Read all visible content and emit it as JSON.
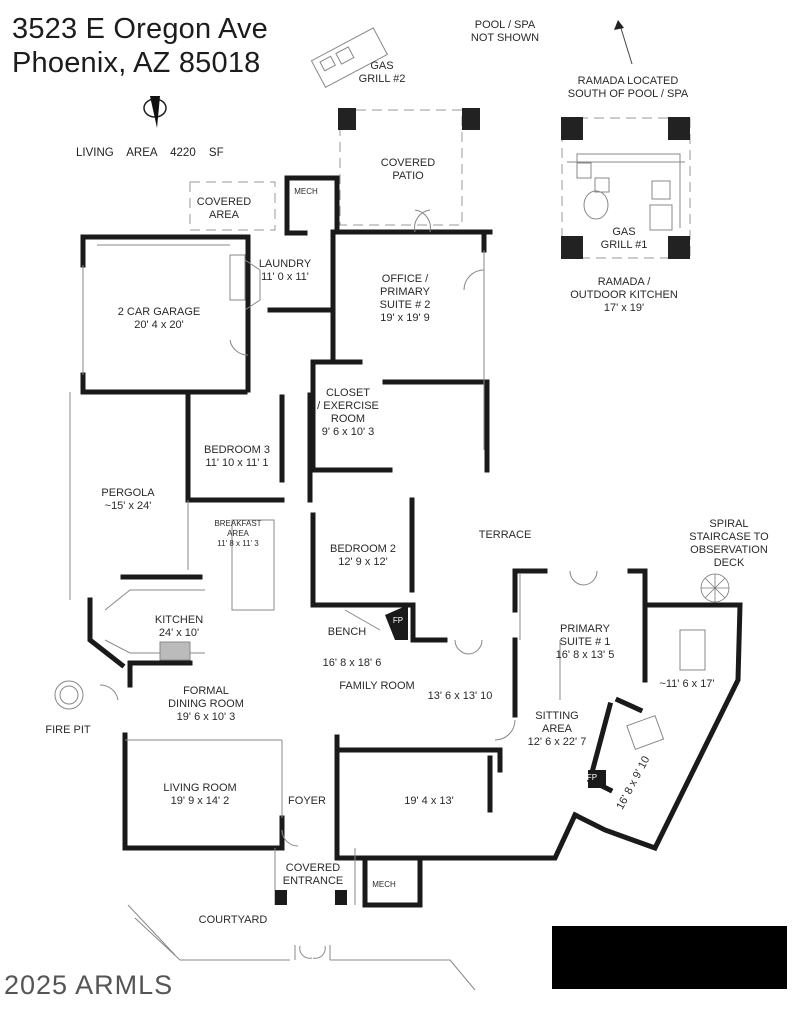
{
  "header": {
    "address_line1": "3523 E Oregon Ave",
    "address_line2": "Phoenix, AZ  85018",
    "living_area": "LIVING AREA   4220 SF"
  },
  "icons": {
    "compass": "north-arrow-icon",
    "north_arrow": "arrow-up-icon",
    "fire_pit": "fire-pit-icon",
    "spiral_stair": "spiral-staircase-icon"
  },
  "notes": {
    "pool": [
      "POOL / SPA",
      "NOT SHOWN"
    ],
    "ramada_located": [
      "RAMADA LOCATED",
      "SOUTH OF POOL / SPA"
    ],
    "spiral": [
      "SPIRAL",
      "STAIRCASE TO",
      "OBSERVATION",
      "DECK"
    ]
  },
  "rooms": {
    "gas_grill_2": [
      "GAS",
      "GRILL #2"
    ],
    "gas_grill_1": [
      "GAS",
      "GRILL #1"
    ],
    "ramada": [
      "RAMADA /",
      "OUTDOOR  KITCHEN",
      "17' x 19'"
    ],
    "covered_patio": [
      "COVERED",
      "PATIO"
    ],
    "covered_area": [
      "COVERED",
      "AREA"
    ],
    "mech_top": "MECH",
    "laundry": [
      "LAUNDRY",
      "11' 0 x 11'"
    ],
    "office": [
      "OFFICE /",
      "PRIMARY",
      "SUITE # 2",
      "19'  x 19' 9"
    ],
    "garage": [
      "2 CAR GARAGE",
      "20' 4 x 20'"
    ],
    "closet": [
      "CLOSET",
      "/ EXERCISE",
      "ROOM",
      "9' 6 x 10' 3"
    ],
    "bedroom3": [
      "BEDROOM 3",
      "11' 10 x 11' 1"
    ],
    "pergola": [
      "PERGOLA",
      "~15' x 24'"
    ],
    "breakfast": [
      "BREAKFAST",
      "AREA",
      "11' 8 x 11' 3"
    ],
    "bedroom2": [
      "BEDROOM 2",
      "12' 9 x 12'"
    ],
    "terrace": "TERRACE",
    "bench": "BENCH",
    "fp": "FP",
    "kitchen": [
      "KITCHEN",
      "24' x 10'"
    ],
    "family_dims": "16' 8 x 18' 6",
    "family_room": "FAMILY ROOM",
    "family_dims2": "13' 6 x 13' 10",
    "primary1": [
      "PRIMARY",
      "SUITE # 1",
      "16' 8 x 13' 5"
    ],
    "primary_closet": "~11' 6 x 17'",
    "sitting": [
      "SITTING",
      "AREA",
      "12' 6 x 22' 7"
    ],
    "primary_bath_dims": "16' 8 x 9' 10",
    "fire_pit": "FIRE PIT",
    "formal_dining": [
      "FORMAL",
      "DINING ROOM",
      "19' 6 x 10' 3"
    ],
    "living_room": [
      "LIVING ROOM",
      "19' 9 x 14' 2"
    ],
    "foyer": "FOYER",
    "master_bath": "19' 4 x 13'",
    "covered_entrance": [
      "COVERED",
      "ENTRANCE"
    ],
    "mech_bottom": "MECH",
    "courtyard": "COURTYARD"
  },
  "footer": {
    "watermark": "2025 ARMLS"
  },
  "colors": {
    "wall": "#1a1a1a",
    "thin_line": "#888888",
    "text": "#2a2a2a",
    "redaction": "#000000"
  }
}
